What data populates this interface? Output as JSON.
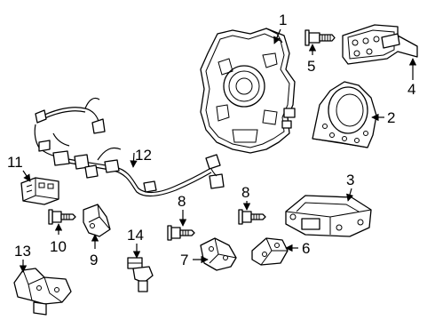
{
  "callouts": {
    "n1": "1",
    "n2": "2",
    "n3": "3",
    "n4": "4",
    "n5": "5",
    "n6": "6",
    "n7": "7",
    "n8a": "8",
    "n8b": "8",
    "n9": "9",
    "n10": "10",
    "n11": "11",
    "n12": "12",
    "n13": "13",
    "n14": "14"
  }
}
